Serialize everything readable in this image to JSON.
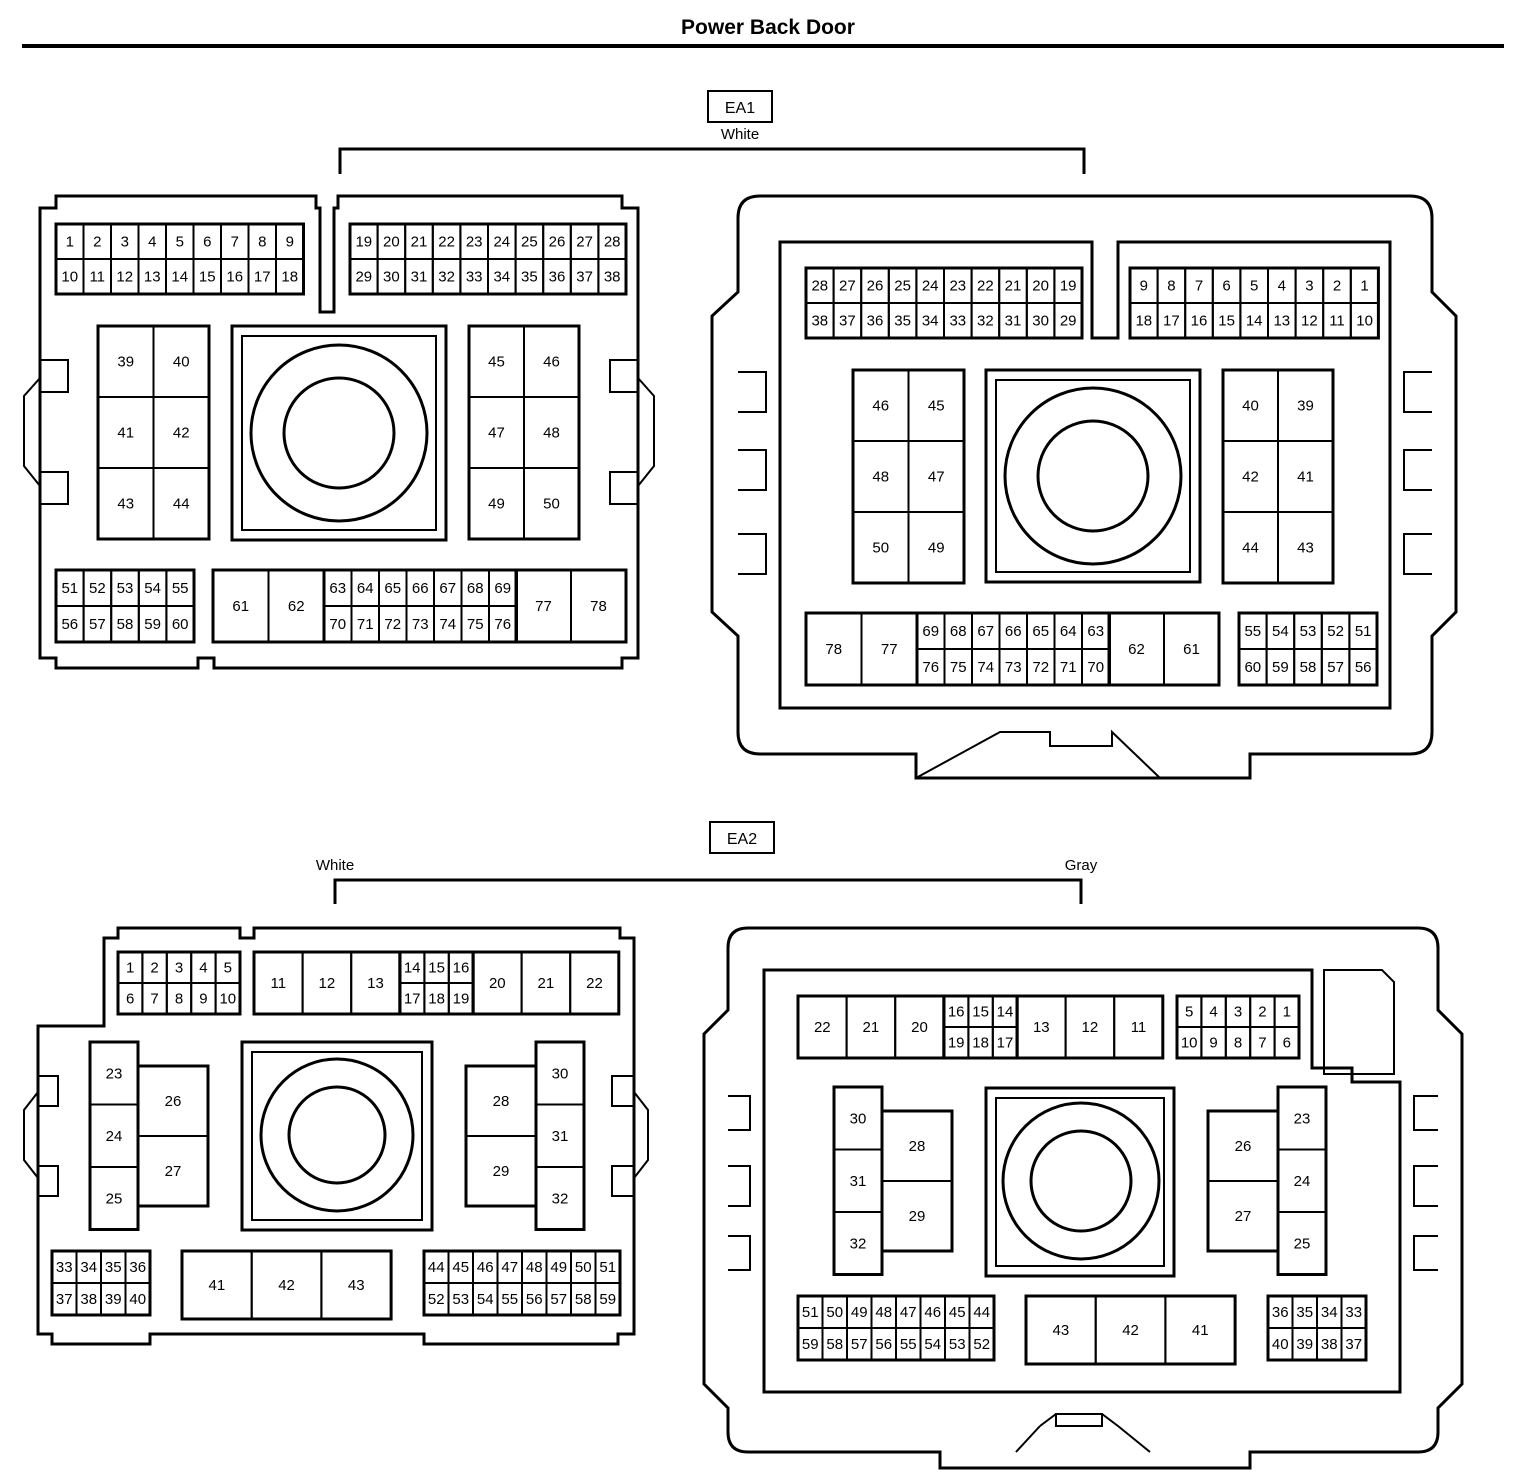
{
  "title": "Power Back Door",
  "connectors": [
    {
      "id": "EA1",
      "colors": [
        "White"
      ]
    },
    {
      "id": "EA2",
      "colors": [
        "White",
        "Gray"
      ]
    }
  ],
  "ea1_male": {
    "top_left": [
      [
        "1",
        "2",
        "3",
        "4",
        "5",
        "6",
        "7",
        "8",
        "9"
      ],
      [
        "10",
        "11",
        "12",
        "13",
        "14",
        "15",
        "16",
        "17",
        "18"
      ]
    ],
    "top_right": [
      [
        "19",
        "20",
        "21",
        "22",
        "23",
        "24",
        "25",
        "26",
        "27",
        "28"
      ],
      [
        "29",
        "30",
        "31",
        "32",
        "33",
        "34",
        "35",
        "36",
        "37",
        "38"
      ]
    ],
    "left_big": [
      [
        "39",
        "40"
      ],
      [
        "41",
        "42"
      ],
      [
        "43",
        "44"
      ]
    ],
    "right_big": [
      [
        "45",
        "46"
      ],
      [
        "47",
        "48"
      ],
      [
        "49",
        "50"
      ]
    ],
    "bottom_left": [
      [
        "51",
        "52",
        "53",
        "54",
        "55"
      ],
      [
        "56",
        "57",
        "58",
        "59",
        "60"
      ]
    ],
    "bottom_big_left": [
      "61",
      "62"
    ],
    "bottom_mid": [
      [
        "63",
        "64",
        "65",
        "66",
        "67",
        "68",
        "69"
      ],
      [
        "70",
        "71",
        "72",
        "73",
        "74",
        "75",
        "76"
      ]
    ],
    "bottom_big_right": [
      "77",
      "78"
    ]
  },
  "ea1_female": {
    "top_left": [
      [
        "28",
        "27",
        "26",
        "25",
        "24",
        "23",
        "22",
        "21",
        "20",
        "19"
      ],
      [
        "38",
        "37",
        "36",
        "35",
        "34",
        "33",
        "32",
        "31",
        "30",
        "29"
      ]
    ],
    "top_right": [
      [
        "9",
        "8",
        "7",
        "6",
        "5",
        "4",
        "3",
        "2",
        "1"
      ],
      [
        "18",
        "17",
        "16",
        "15",
        "14",
        "13",
        "12",
        "11",
        "10"
      ]
    ],
    "left_big": [
      [
        "46",
        "45"
      ],
      [
        "48",
        "47"
      ],
      [
        "50",
        "49"
      ]
    ],
    "right_big": [
      [
        "40",
        "39"
      ],
      [
        "42",
        "41"
      ],
      [
        "44",
        "43"
      ]
    ],
    "bottom_big_left": [
      "78",
      "77"
    ],
    "bottom_mid": [
      [
        "69",
        "68",
        "67",
        "66",
        "65",
        "64",
        "63"
      ],
      [
        "76",
        "75",
        "74",
        "73",
        "72",
        "71",
        "70"
      ]
    ],
    "bottom_big_right": [
      "62",
      "61"
    ],
    "bottom_right": [
      [
        "55",
        "54",
        "53",
        "52",
        "51"
      ],
      [
        "60",
        "59",
        "58",
        "57",
        "56"
      ]
    ]
  },
  "ea2_male": {
    "top_small": [
      [
        "1",
        "2",
        "3",
        "4",
        "5"
      ],
      [
        "6",
        "7",
        "8",
        "9",
        "10"
      ]
    ],
    "top_big_a": [
      "11",
      "12",
      "13"
    ],
    "top_mid": [
      [
        "14",
        "15",
        "16"
      ],
      [
        "17",
        "18",
        "19"
      ]
    ],
    "top_big_b": [
      "20",
      "21",
      "22"
    ],
    "left_col": [
      "23",
      "24",
      "25"
    ],
    "left_pair": [
      "26",
      "27"
    ],
    "right_pair": [
      "28",
      "29"
    ],
    "right_col": [
      "30",
      "31",
      "32"
    ],
    "bottom_left": [
      [
        "33",
        "34",
        "35",
        "36"
      ],
      [
        "37",
        "38",
        "39",
        "40"
      ]
    ],
    "bottom_big": [
      "41",
      "42",
      "43"
    ],
    "bottom_right": [
      [
        "44",
        "45",
        "46",
        "47",
        "48",
        "49",
        "50",
        "51"
      ],
      [
        "52",
        "53",
        "54",
        "55",
        "56",
        "57",
        "58",
        "59"
      ]
    ]
  },
  "ea2_female": {
    "top_big_a": [
      "22",
      "21",
      "20"
    ],
    "top_mid": [
      [
        "16",
        "15",
        "14"
      ],
      [
        "19",
        "18",
        "17"
      ]
    ],
    "top_big_b": [
      "13",
      "12",
      "11"
    ],
    "top_small": [
      [
        "5",
        "4",
        "3",
        "2",
        "1"
      ],
      [
        "10",
        "9",
        "8",
        "7",
        "6"
      ]
    ],
    "left_col": [
      "30",
      "31",
      "32"
    ],
    "left_pair": [
      "28",
      "29"
    ],
    "right_pair": [
      "26",
      "27"
    ],
    "right_col": [
      "23",
      "24",
      "25"
    ],
    "bottom_left": [
      [
        "51",
        "50",
        "49",
        "48",
        "47",
        "46",
        "45",
        "44"
      ],
      [
        "59",
        "58",
        "57",
        "56",
        "55",
        "54",
        "53",
        "52"
      ]
    ],
    "bottom_big": [
      "43",
      "42",
      "41"
    ],
    "bottom_right": [
      [
        "36",
        "35",
        "34",
        "33"
      ],
      [
        "40",
        "39",
        "38",
        "37"
      ]
    ]
  }
}
